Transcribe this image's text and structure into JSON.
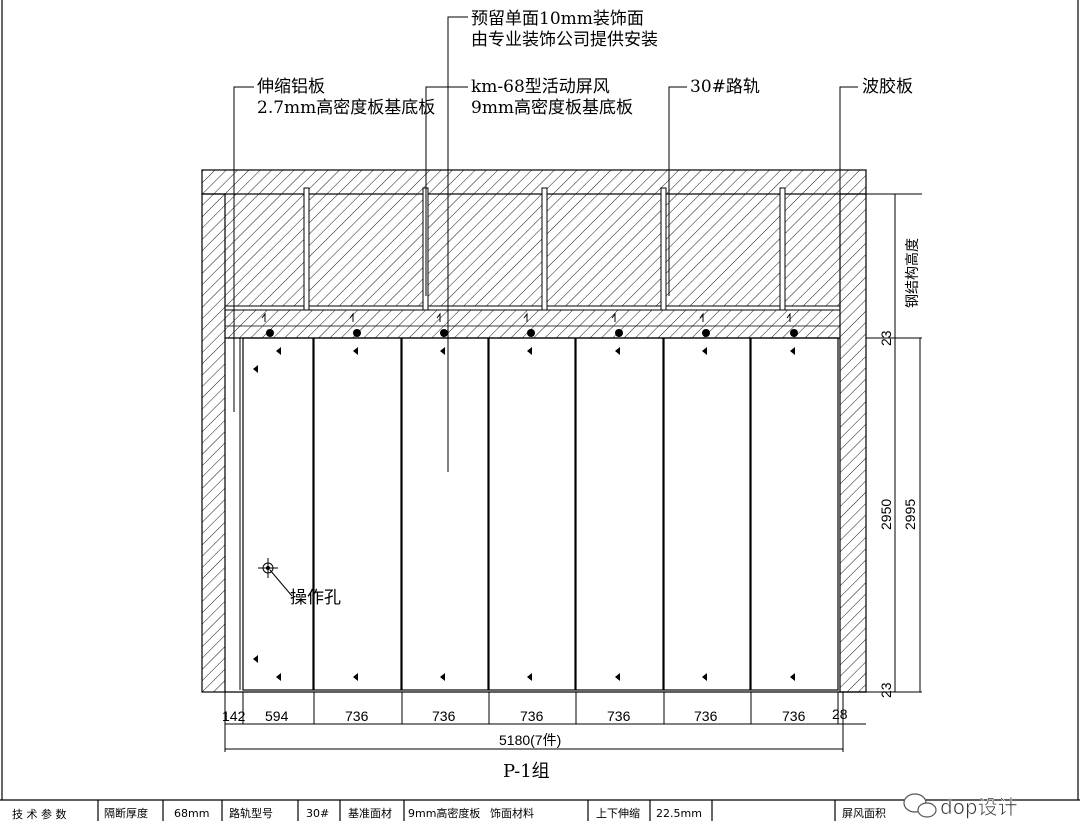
{
  "callouts": {
    "reserved_line1": "预留单面10mm装饰面",
    "reserved_line2": "由专业装饰公司提供安装",
    "expansion_line1": "伸缩铝板",
    "expansion_line2": "2.7mm高密度板基底板",
    "screen_line1": "km-68型活动屏风",
    "screen_line2": "9mm高密度板基底板",
    "track": "30#路轨",
    "corrugated": "波胶板",
    "steel_height": "钢结构高度",
    "op_hole": "操作孔"
  },
  "dimensions": {
    "left_gap": "142",
    "panels": [
      "594",
      "736",
      "736",
      "736",
      "736",
      "736",
      "736"
    ],
    "right_gap": "28",
    "total": "5180(7件)",
    "top_gap": "23",
    "bottom_gap": "23",
    "panel_height": "2950",
    "overall_height": "2995"
  },
  "group_label": "P-1组",
  "title_block": {
    "section": "技 术 参 数",
    "thickness_label": "隔断厚度",
    "thickness_value": "68mm",
    "track_label": "路轨型号",
    "track_value": "30#",
    "base_label": "基准面材",
    "base_value": "9mm高密度板",
    "finish_label": "饰面材料",
    "stretch_label": "上下伸缩",
    "stretch_value": "22.5mm",
    "area_label": "屏风面积"
  },
  "watermark": "dop设计"
}
